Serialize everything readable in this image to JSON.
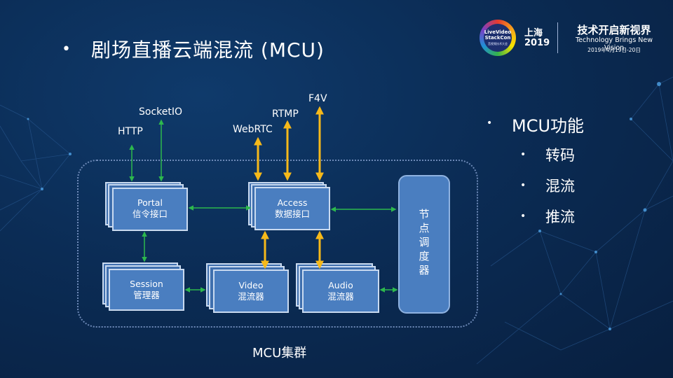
{
  "title": "剧场直播云端混流 (MCU)",
  "logo": {
    "badge_line1": "LiveVideo",
    "badge_line2": "StackCon",
    "badge_sub": "音视频技术大会",
    "city": "上海",
    "year": "2019",
    "slogan_cn": "技术开启新视界",
    "slogan_en": "Technology Brings New Vision",
    "date": "2019年4月19日-20日"
  },
  "protocols": {
    "http": "HTTP",
    "socketio": "SocketIO",
    "webrtc": "WebRTC",
    "rtmp": "RTMP",
    "f4v": "F4V"
  },
  "modules": {
    "portal": {
      "en": "Portal",
      "cn": "信令接口"
    },
    "access": {
      "en": "Access",
      "cn": "数据接口"
    },
    "session": {
      "en": "Session",
      "cn": "管理器"
    },
    "video": {
      "en": "Video",
      "cn": "混流器"
    },
    "audio": {
      "en": "Audio",
      "cn": "混流器"
    },
    "node_scheduler": "节点调度器"
  },
  "cluster_label": "MCU集群",
  "features": {
    "heading": "MCU功能",
    "items": [
      "转码",
      "混流",
      "推流"
    ]
  },
  "colors": {
    "green_arrow": "#2db84d",
    "yellow_arrow": "#f6b91a",
    "box_fill": "#4a7ec0",
    "box_border": "#c9daf0"
  }
}
